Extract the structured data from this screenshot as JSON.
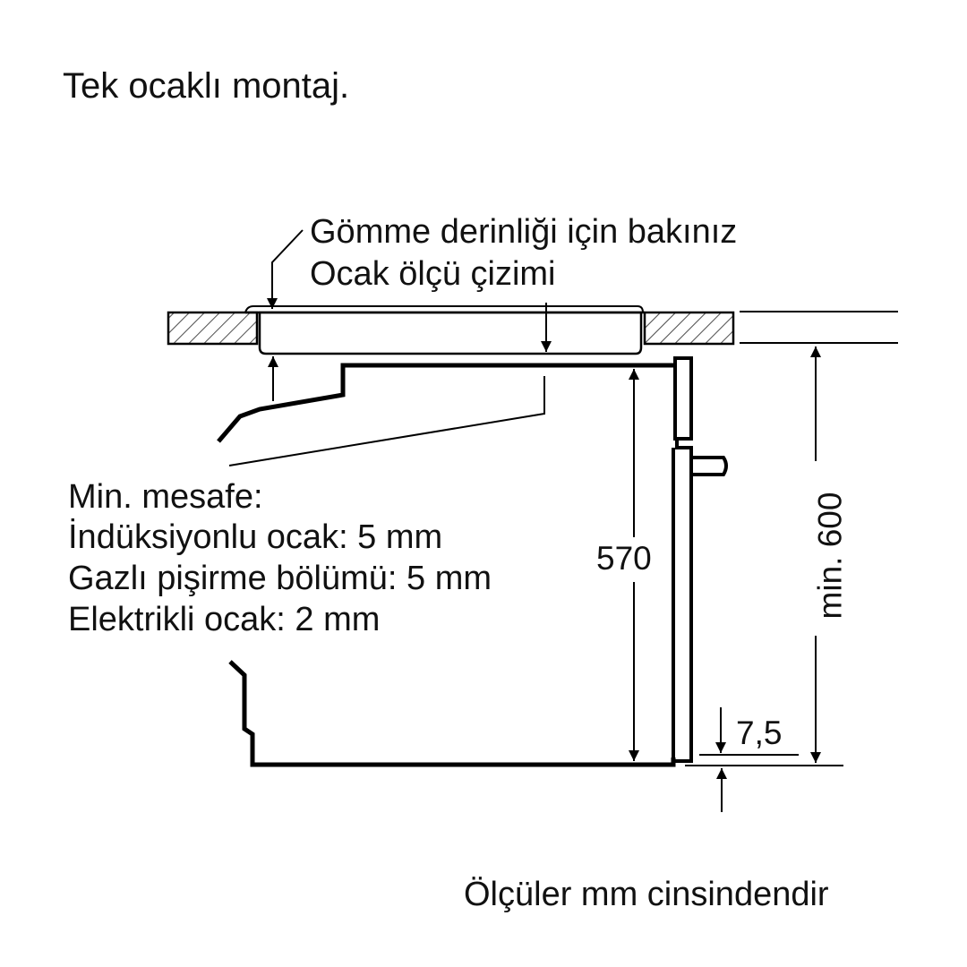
{
  "title": "Tek ocaklı montaj.",
  "hob_reference": {
    "line1": "Gömme derinliği için bakınız",
    "line2": "Ocak ölçü çizimi"
  },
  "clearance": {
    "heading": "Min. mesafe:",
    "items": [
      "İndüksiyonlu ocak: 5 mm",
      "Gazlı pişirme bölümü: 5 mm",
      "Elektrikli ocak: 2 mm"
    ]
  },
  "dimensions": {
    "oven_height": "570",
    "niche_height": "min. 600",
    "bottom_offset": "7,5"
  },
  "footer": "Ölçüler mm cinsindendir",
  "colors": {
    "line": "#000000",
    "background": "#ffffff"
  }
}
